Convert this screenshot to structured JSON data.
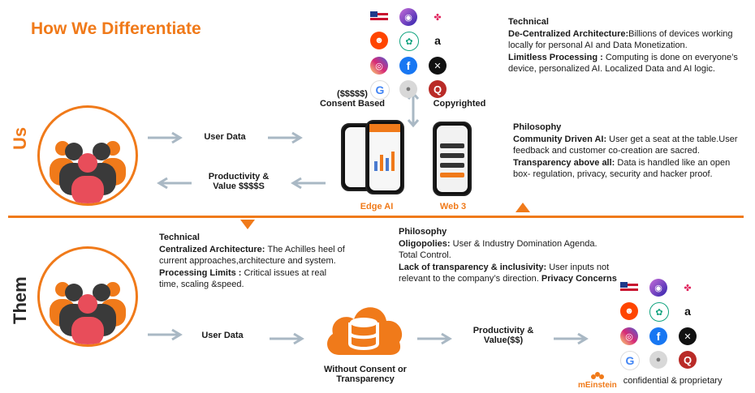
{
  "title": "How We Differentiate",
  "us_label": "Us",
  "them_label": "Them",
  "us": {
    "user_data": "User Data",
    "productivity_line1": "Productivity &",
    "productivity_line2": "Value $$$$S",
    "consent_line1": "($$$$$)",
    "consent_line2": "Consent Based",
    "copyrighted": "Copyrighted",
    "edge_ai": "Edge AI",
    "web3": "Web 3",
    "technical_title": "Technical",
    "decentral_label": "De-Centralized Architecture:",
    "decentral_text": "Billions of devices working locally for personal AI and Data Monetization.",
    "limitless_label": "Limitless Processing : ",
    "limitless_text": "Computing is done on everyone’s device, personalized AI. Localized Data and AI logic.",
    "philosophy_title": "Philosophy",
    "community_label": "Community Driven AI: ",
    "community_text": "User get a seat at the table.User feedback and customer co-creation are sacred.",
    "transparency_label": "Transparency above all: ",
    "transparency_text": "Data is handled like an open box- regulation, privacy, security and hacker proof."
  },
  "them": {
    "technical_title": "Technical",
    "central_label": "Centralized Architecture: ",
    "central_text": "The Achilles heel of current approaches,architecture and system.",
    "limits_label": "Processing Limits : ",
    "limits_text": "Critical issues at real time, scaling &speed.",
    "philosophy_title": "Philosophy",
    "oligo_label": "Oligopolies: ",
    "oligo_text": "User & Industry Domination Agenda. Total Control.",
    "lack_label": "Lack of transparency & inclusivity: ",
    "lack_text": "User inputs not relevant to the company’s direction. ",
    "privacy_label": "Privacy Concerns",
    "user_data": "User Data",
    "consent_line1": "Without Consent or",
    "consent_line2": "Transparency",
    "productivity_line1": "Productivity &",
    "productivity_line2": "Value($$)"
  },
  "footer": {
    "brand": "mEinstein",
    "note": "confidential & proprietary"
  },
  "colors": {
    "accent": "#f07a1a",
    "arrow": "#a9b8c4"
  },
  "icons": [
    "flag-icon",
    "siri-icon",
    "slack-icon",
    "reddit-icon",
    "openai-icon",
    "amazon-icon",
    "instagram-icon",
    "facebook-icon",
    "x-icon",
    "google-icon",
    "apple-icon",
    "quora-icon"
  ]
}
